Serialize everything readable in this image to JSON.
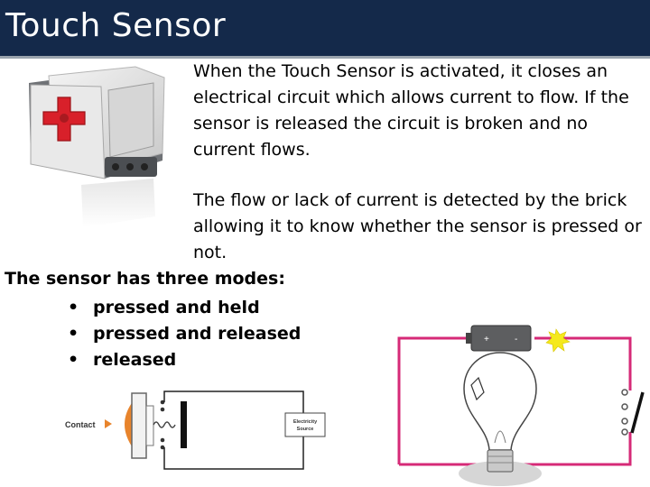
{
  "title": "Touch Sensor",
  "paragraphs": [
    "When the Touch Sensor is activated, it closes an electrical circuit which allows current to flow. If the sensor is released the circuit is broken and no current flows.",
    "The flow or lack of current is detected by the brick  allowing it to know whether the sensor is pressed or not."
  ],
  "modes": {
    "heading": "The sensor has three modes:",
    "bullet": "•",
    "items": [
      "pressed and held",
      "pressed and released",
      "released"
    ]
  },
  "switch_diagram": {
    "contact_label": "Contact",
    "source_label_line1": "Electricity",
    "source_label_line2": "Source"
  },
  "colors": {
    "title_bar": "#14294a",
    "circuit_wire": "#d62a77",
    "sensor_button": "#d8202a",
    "contact_knob": "#e8842c"
  }
}
